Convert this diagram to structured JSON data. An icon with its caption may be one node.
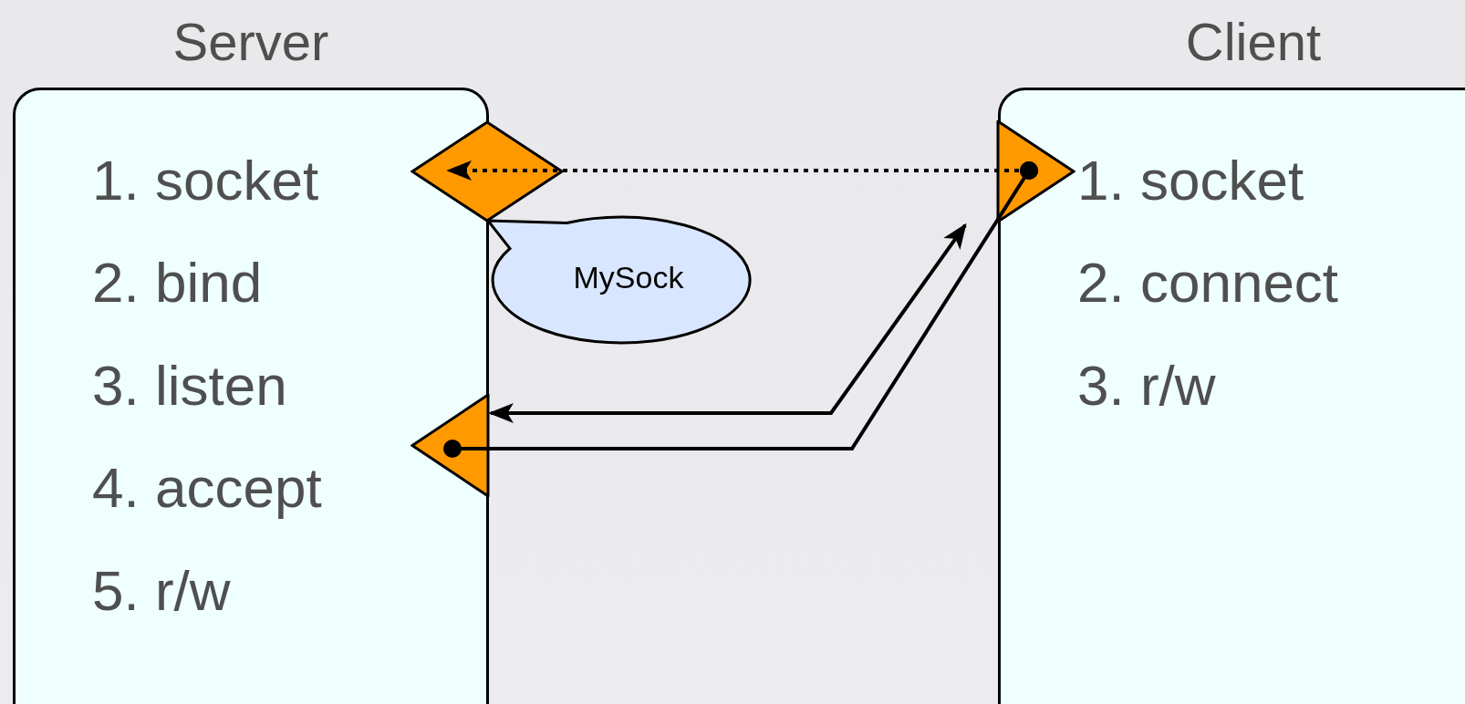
{
  "diagram": {
    "nodes": [
      {
        "text": [
          "Server",
          "1. socket",
          "2. bind",
          "3. listen",
          "4. accept",
          "5. r/w"
        ]
      },
      {
        "text": [
          "Client",
          "1. socket",
          "2. connect",
          "3. r/w"
        ]
      },
      {
        "text": [],
        "shape": "diamond"
      },
      {
        "text": [
          "MySock"
        ]
      },
      {
        "text": [],
        "shape": "triangle",
        "in": 0
      },
      {
        "text": [],
        "shape": "triangle",
        "in": 1
      }
    ],
    "edges": [
      {
        "from": 5,
        "to": 2,
        "arrow": "to",
        "style": "dashed"
      },
      {
        "from": 4,
        "to": 5,
        "arrow": "other"
      },
      {
        "from": 0,
        "to": 1,
        "arrow": "both"
      }
    ]
  }
}
